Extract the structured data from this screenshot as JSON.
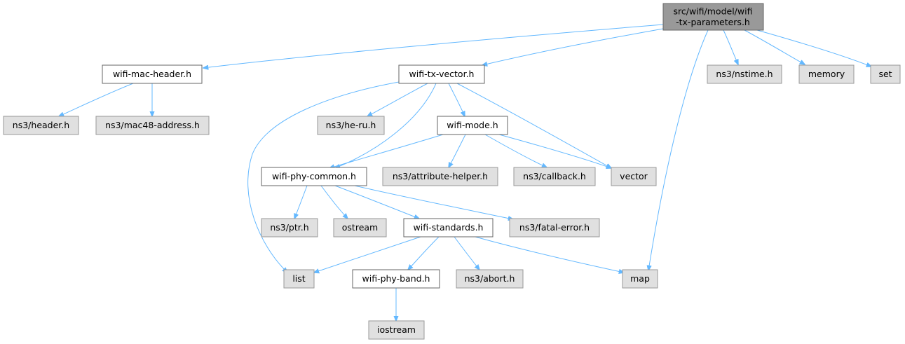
{
  "colors": {
    "root_fill": "#999999",
    "root_stroke": "#666666",
    "local_fill": "#ffffff",
    "local_stroke": "#666666",
    "external_fill": "#e0e0e0",
    "external_stroke": "#999999",
    "edge": "#63b8ff"
  },
  "nodes": {
    "root": [
      "src/wifi/model/wifi",
      "-tx-parameters.h"
    ],
    "wifi_mac_header": "wifi-mac-header.h",
    "wifi_tx_vector": "wifi-tx-vector.h",
    "nstime": "ns3/nstime.h",
    "memory": "memory",
    "set": "set",
    "header": "ns3/header.h",
    "mac48_address": "ns3/mac48-address.h",
    "he_ru": "ns3/he-ru.h",
    "wifi_mode": "wifi-mode.h",
    "wifi_phy_common": "wifi-phy-common.h",
    "attribute_helper": "ns3/attribute-helper.h",
    "callback": "ns3/callback.h",
    "vector": "vector",
    "ptr": "ns3/ptr.h",
    "ostream": "ostream",
    "wifi_standards": "wifi-standards.h",
    "fatal_error": "ns3/fatal-error.h",
    "list": "list",
    "wifi_phy_band": "wifi-phy-band.h",
    "abort": "ns3/abort.h",
    "map": "map",
    "iostream": "iostream"
  },
  "edges": [
    [
      "root",
      "wifi_mac_header"
    ],
    [
      "root",
      "wifi_tx_vector"
    ],
    [
      "root",
      "map"
    ],
    [
      "root",
      "nstime"
    ],
    [
      "root",
      "memory"
    ],
    [
      "root",
      "set"
    ],
    [
      "wifi_mac_header",
      "header"
    ],
    [
      "wifi_mac_header",
      "mac48_address"
    ],
    [
      "wifi_tx_vector",
      "list"
    ],
    [
      "wifi_tx_vector",
      "he_ru"
    ],
    [
      "wifi_tx_vector",
      "wifi_phy_common"
    ],
    [
      "wifi_tx_vector",
      "wifi_mode"
    ],
    [
      "wifi_tx_vector",
      "vector"
    ],
    [
      "wifi_mode",
      "wifi_phy_common"
    ],
    [
      "wifi_mode",
      "attribute_helper"
    ],
    [
      "wifi_mode",
      "callback"
    ],
    [
      "wifi_mode",
      "vector"
    ],
    [
      "wifi_phy_common",
      "ptr"
    ],
    [
      "wifi_phy_common",
      "ostream"
    ],
    [
      "wifi_phy_common",
      "wifi_standards"
    ],
    [
      "wifi_phy_common",
      "fatal_error"
    ],
    [
      "wifi_standards",
      "list"
    ],
    [
      "wifi_standards",
      "wifi_phy_band"
    ],
    [
      "wifi_standards",
      "abort"
    ],
    [
      "wifi_standards",
      "map"
    ],
    [
      "wifi_phy_band",
      "iostream"
    ]
  ]
}
